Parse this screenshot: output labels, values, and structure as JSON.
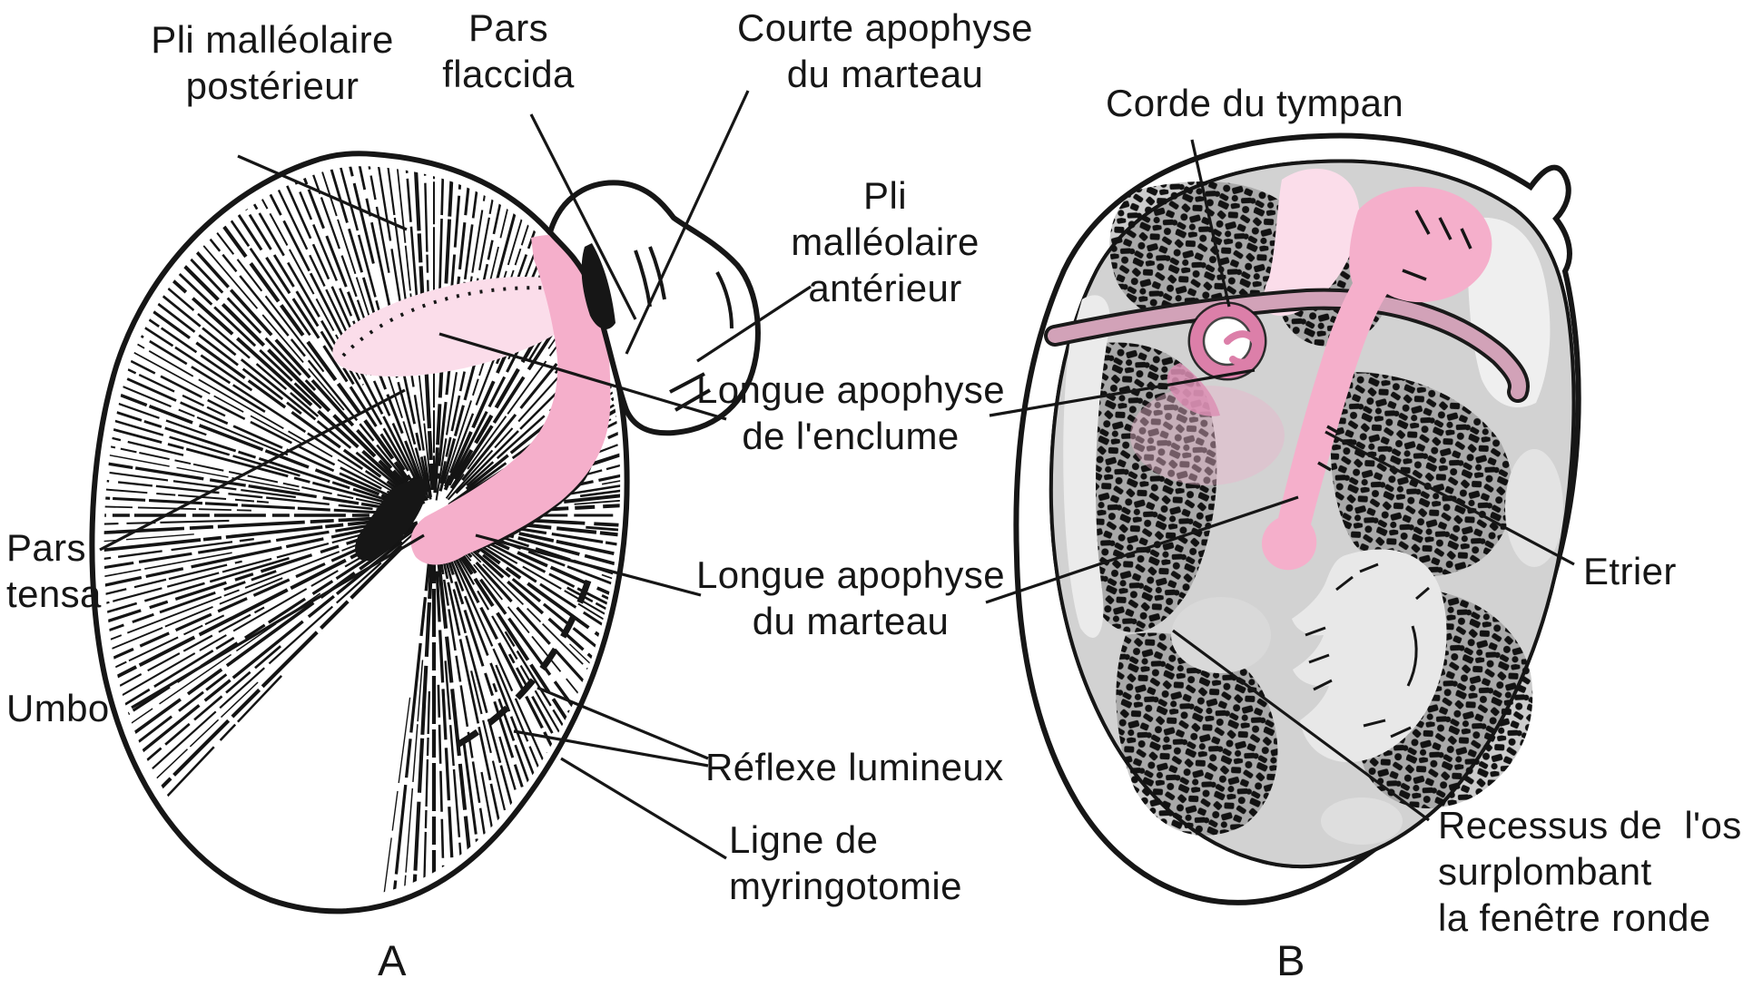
{
  "figure_type": "anatomical diagram of the tympanic membrane (eardrum), French labels, two panels",
  "colors": {
    "ink": "#161616",
    "malleus_pink": "#F5AFCB",
    "incus_pale_pink": "#FBDDEA",
    "chorda_mauve": "#D2A2B8",
    "stapes_pink": "#DC7FA9",
    "speckle_gray": "#d2d2d2",
    "light_gray": "#e9e9e9",
    "bg": "#ffffff"
  },
  "panel_a": {
    "letter": "A",
    "labels": {
      "pli_malleolaire_posterieur": "Pli malléolaire\npostérieur",
      "pars_flaccida": "Pars\nflaccida",
      "courte_apophyse_marteau": "Courte apophyse\ndu marteau",
      "pli_malleolaire_anterieur": "Pli\nmalléolaire\nantérieur",
      "pars_tensa": "Pars\ntensa",
      "umbo": "Umbo",
      "reflexe_lumineux": "Réflexe lumineux",
      "ligne_de_myringotomie": "Ligne de\nmyringotomie"
    }
  },
  "shared_labels": {
    "longue_apophyse_enclume": "Longue apophyse\nde l'enclume",
    "longue_apophyse_marteau": "Longue apophyse\ndu marteau"
  },
  "panel_b": {
    "letter": "B",
    "labels": {
      "corde_du_tympan": "Corde du tympan",
      "etrier": "Etrier",
      "recessus_fenetre_ronde": "Recessus de  l'os\nsurplombant\nla fenêtre ronde"
    }
  }
}
